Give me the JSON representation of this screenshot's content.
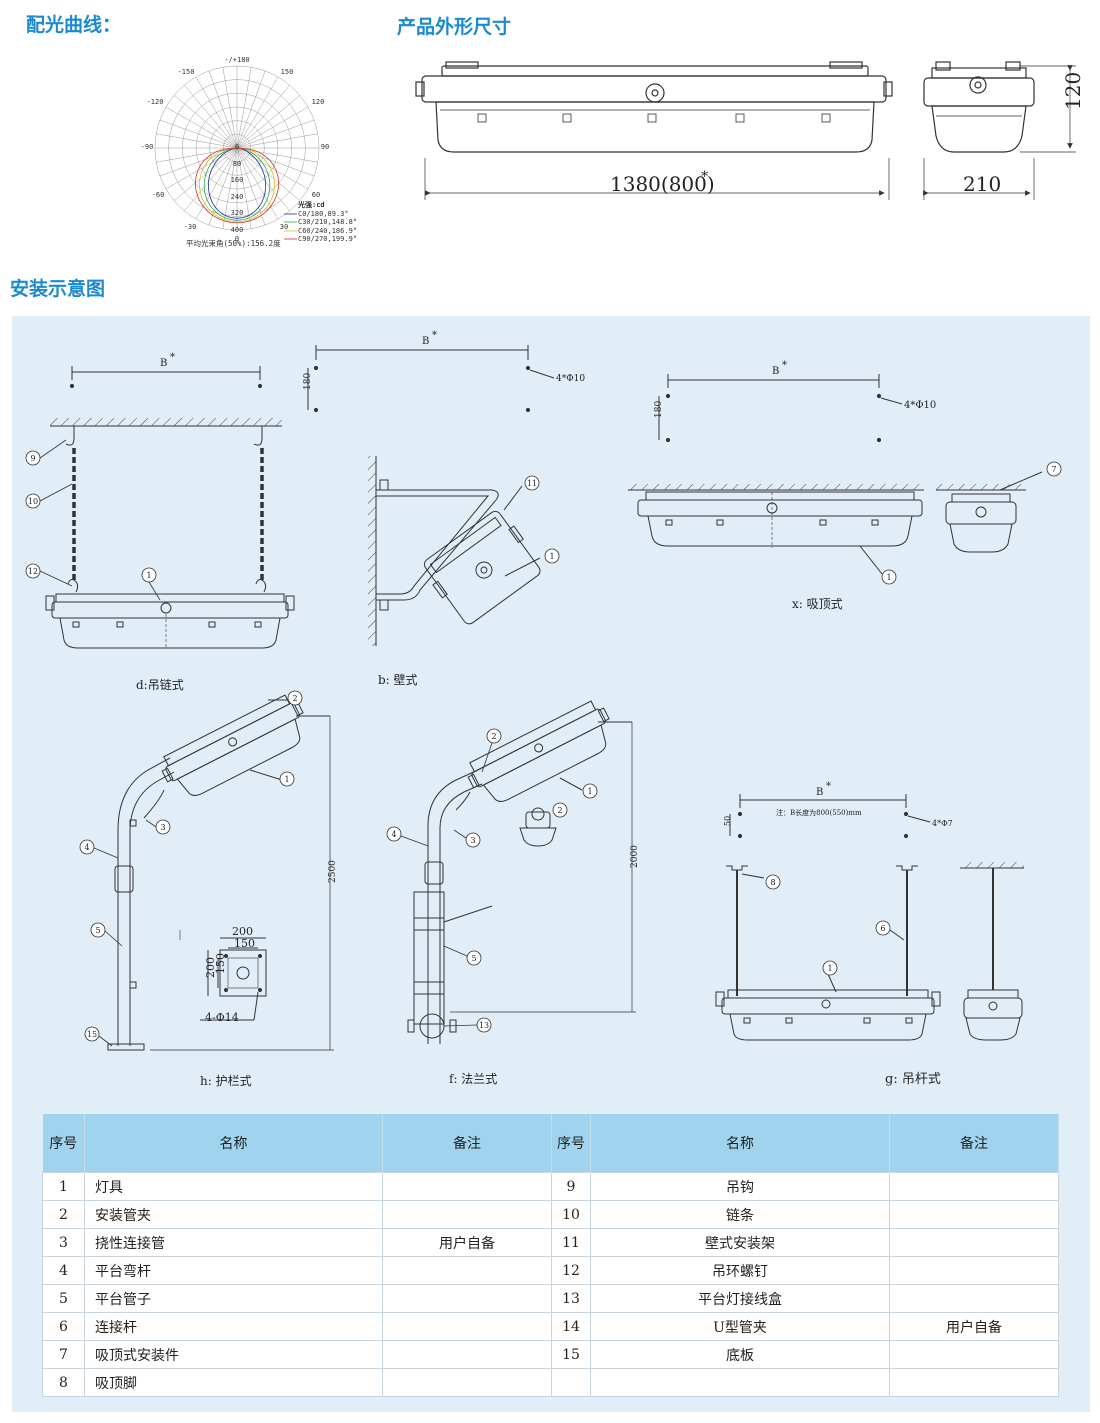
{
  "headings": {
    "light_curve": "配光曲线：",
    "dimensions": "产品外形尺寸",
    "install": "安装示意图"
  },
  "polar": {
    "top_angle": "-/+180",
    "left_angles": [
      "-150",
      "-120",
      "-90",
      "-60",
      "-30"
    ],
    "right_angles": [
      "150",
      "120",
      "90",
      "60",
      "30"
    ],
    "radial_values": [
      "0",
      "80",
      "160",
      "240",
      "320",
      "400"
    ],
    "bottom_angle": "0",
    "legend_title": "光强:cd",
    "legend": [
      {
        "label": "C0/180,89.3°",
        "color": "#1e2f9a"
      },
      {
        "label": "C30/210,148.8°",
        "color": "#2aa84a"
      },
      {
        "label": "C60/240,186.9°",
        "color": "#d8c020"
      },
      {
        "label": "C90/270,199.9°",
        "color": "#d03030"
      }
    ],
    "beam_note": "平均光束角(50%):156.2度"
  },
  "dims": {
    "length": "1380(800)",
    "asterisk": "*",
    "width": "210",
    "height": "120"
  },
  "install": {
    "d": {
      "caption": "d:吊链式",
      "b": "B",
      "star": "*"
    },
    "b": {
      "caption": "b: 壁式",
      "b": "B",
      "star": "*",
      "h": "180",
      "hole": "4*Φ10"
    },
    "x": {
      "caption": "x: 吸顶式",
      "b": "B",
      "star": "*",
      "h": "180",
      "hole": "4*Φ10"
    },
    "h": {
      "caption": "h: 护栏式",
      "height": "2500",
      "outer": "200",
      "inner": "150",
      "side_outer": "200",
      "side_inner": "150",
      "hole": "4-Φ14"
    },
    "f": {
      "caption": "f: 法兰式",
      "height": "2000"
    },
    "g": {
      "caption": "g: 吊杆式",
      "b": "B",
      "star": "*",
      "h": "50",
      "note": "注：B长度为800(550)mm",
      "hole": "4*Φ7"
    }
  },
  "callouts": [
    "1",
    "2",
    "3",
    "4",
    "5",
    "6",
    "7",
    "8",
    "9",
    "10",
    "11",
    "12",
    "13",
    "15"
  ],
  "table": {
    "headers": [
      "序号",
      "名称",
      "备注",
      "序号",
      "名称",
      "备注"
    ],
    "rows": [
      {
        "n1": "1",
        "name1": "灯具",
        "note1": "",
        "n2": "9",
        "name2": "吊钩",
        "note2": ""
      },
      {
        "n1": "2",
        "name1": "安装管夹",
        "note1": "",
        "n2": "10",
        "name2": "链条",
        "note2": ""
      },
      {
        "n1": "3",
        "name1": "挠性连接管",
        "note1": "用户自备",
        "n2": "11",
        "name2": "壁式安装架",
        "note2": ""
      },
      {
        "n1": "4",
        "name1": "平台弯杆",
        "note1": "",
        "n2": "12",
        "name2": "吊环螺钉",
        "note2": ""
      },
      {
        "n1": "5",
        "name1": "平台管子",
        "note1": "",
        "n2": "13",
        "name2": "平台灯接线盒",
        "note2": ""
      },
      {
        "n1": "6",
        "name1": "连接杆",
        "note1": "",
        "n2": "14",
        "name2": "U型管夹",
        "note2": "用户自备"
      },
      {
        "n1": "7",
        "name1": "吸顶式安装件",
        "note1": "",
        "n2": "15",
        "name2": "底板",
        "note2": ""
      },
      {
        "n1": "8",
        "name1": "吸顶脚",
        "note1": "",
        "n2": "",
        "name2": "",
        "note2": ""
      }
    ]
  }
}
